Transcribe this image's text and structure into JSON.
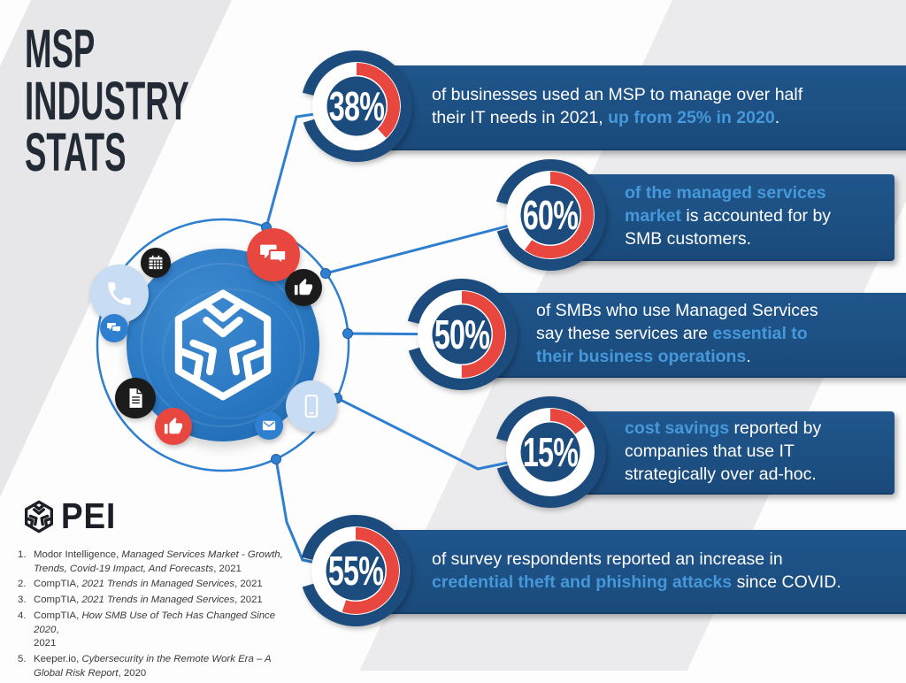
{
  "title": {
    "text": "MSP\nINDUSTRY\nSTATS"
  },
  "chart_data": {
    "type": "pie",
    "title": "MSP Industry Stats",
    "note": "five independent donut gauges, red arc = percent, clockwise from 12 o'clock",
    "series": [
      {
        "name": "businesses using an MSP for over half their IT needs in 2021",
        "value": 38
      },
      {
        "name": "share of managed services market from SMB customers",
        "value": 60
      },
      {
        "name": "SMBs saying managed services are essential",
        "value": 50
      },
      {
        "name": "cost savings from strategic IT use",
        "value": 15
      },
      {
        "name": "respondents reporting increased credential theft and phishing since COVID",
        "value": 55
      }
    ],
    "fill_color": "#e8473f",
    "track_color": "#ffffff"
  },
  "stats": [
    {
      "percent": "38%",
      "pre": "of businesses used an MSP to manage over half\ntheir IT needs in 2021, ",
      "highlight": "up from 25% in 2020",
      "post": "."
    },
    {
      "percent": "60%",
      "pre": "",
      "highlight": "of the managed services\nmarket",
      "post": " is accounted for by\nSMB customers."
    },
    {
      "percent": "50%",
      "pre": "of SMBs who use Managed Services\nsay these services are ",
      "highlight": "essential to\ntheir business operations",
      "post": "."
    },
    {
      "percent": "15%",
      "pre": "",
      "highlight": "cost savings",
      "post": " reported by\ncompanies that use IT\nstrategically over ad-hoc."
    },
    {
      "percent": "55%",
      "pre": "of survey respondents reported an increase in\n",
      "highlight": "credential theft and phishing attacks",
      "post": " since COVID."
    }
  ],
  "logo": {
    "text": "PEI"
  },
  "footnotes": [
    {
      "num": "1.",
      "pre": "Modor Intelligence, ",
      "title": "Managed Services Market - Growth,\nTrends, Covid-19 Impact, And Forecasts",
      "post": ", 2021"
    },
    {
      "num": "2.",
      "pre": "CompTIA, ",
      "title": "2021 Trends in Managed Services",
      "post": ", 2021"
    },
    {
      "num": "3.",
      "pre": "CompTIA, ",
      "title": "2021 Trends in Managed Services",
      "post": ", 2021"
    },
    {
      "num": "4.",
      "pre": "CompTIA, ",
      "title": "How SMB Use of Tech Has Changed Since 2020",
      "post": ",\n2021"
    },
    {
      "num": "5.",
      "pre": "Keeper.io, ",
      "title": "Cybersecurity in the Remote Work Era – A\nGlobal Risk Report",
      "post": ", 2020"
    }
  ],
  "icons": {
    "hub": "cube-logo-icon",
    "satellites": [
      "phone-icon",
      "calendar-icon",
      "chat-bubbles-icon",
      "thumbs-up-icon",
      "chat-bubbles-icon",
      "document-icon",
      "thumbs-up-icon",
      "envelope-icon",
      "smartphone-icon"
    ]
  },
  "colors": {
    "banner_navy": "#1d5285",
    "donut_navy": "#1c4b7d",
    "accent_red": "#e8473f",
    "highlight_blue": "#4598da",
    "connector_blue": "#2e7fd0",
    "hub_blue": "#2a78c2",
    "black_circle": "#1b1b1b",
    "light_blue_circle": "#c8dcf4",
    "stripe_gray": "#e9e9eb",
    "title_color": "#222b35"
  }
}
